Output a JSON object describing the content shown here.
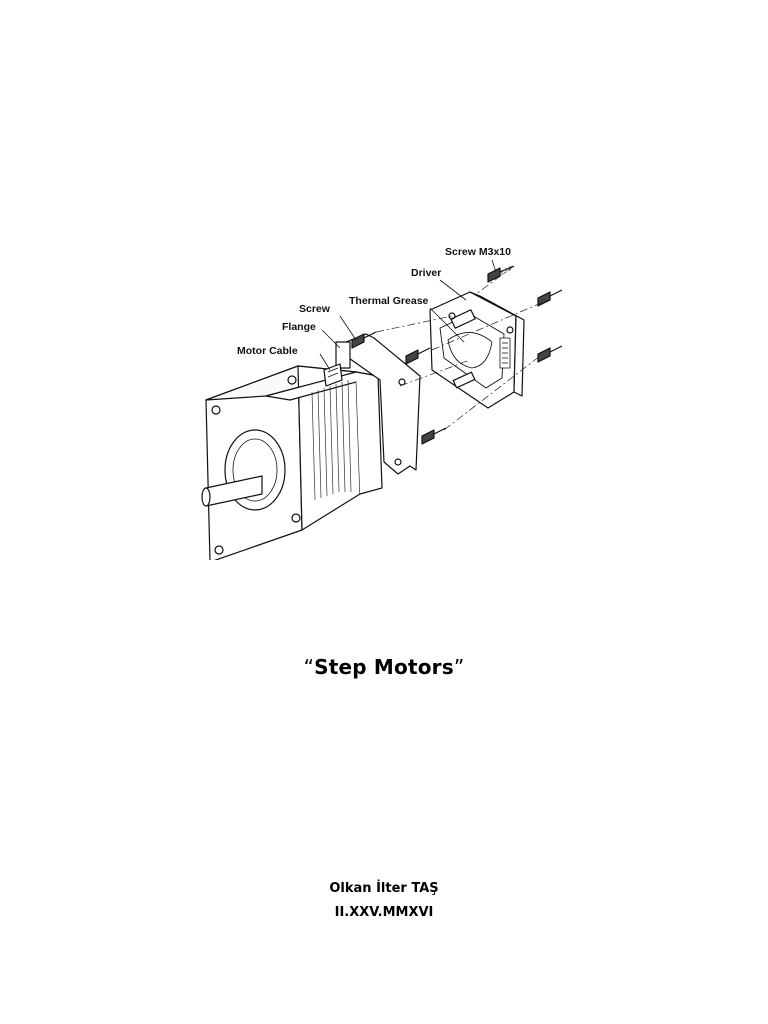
{
  "figure": {
    "labels": {
      "screw_m3x10": "Screw M3x10",
      "driver": "Driver",
      "thermal_grease": "Thermal Grease",
      "screw": "Screw",
      "flange": "Flange",
      "motor_cable": "Motor Cable"
    }
  },
  "title": {
    "open_quote": "“",
    "text": "Step Motors",
    "close_quote": "”"
  },
  "author": "Olkan İlter TAŞ",
  "date": "II.XXV.MMXVI"
}
